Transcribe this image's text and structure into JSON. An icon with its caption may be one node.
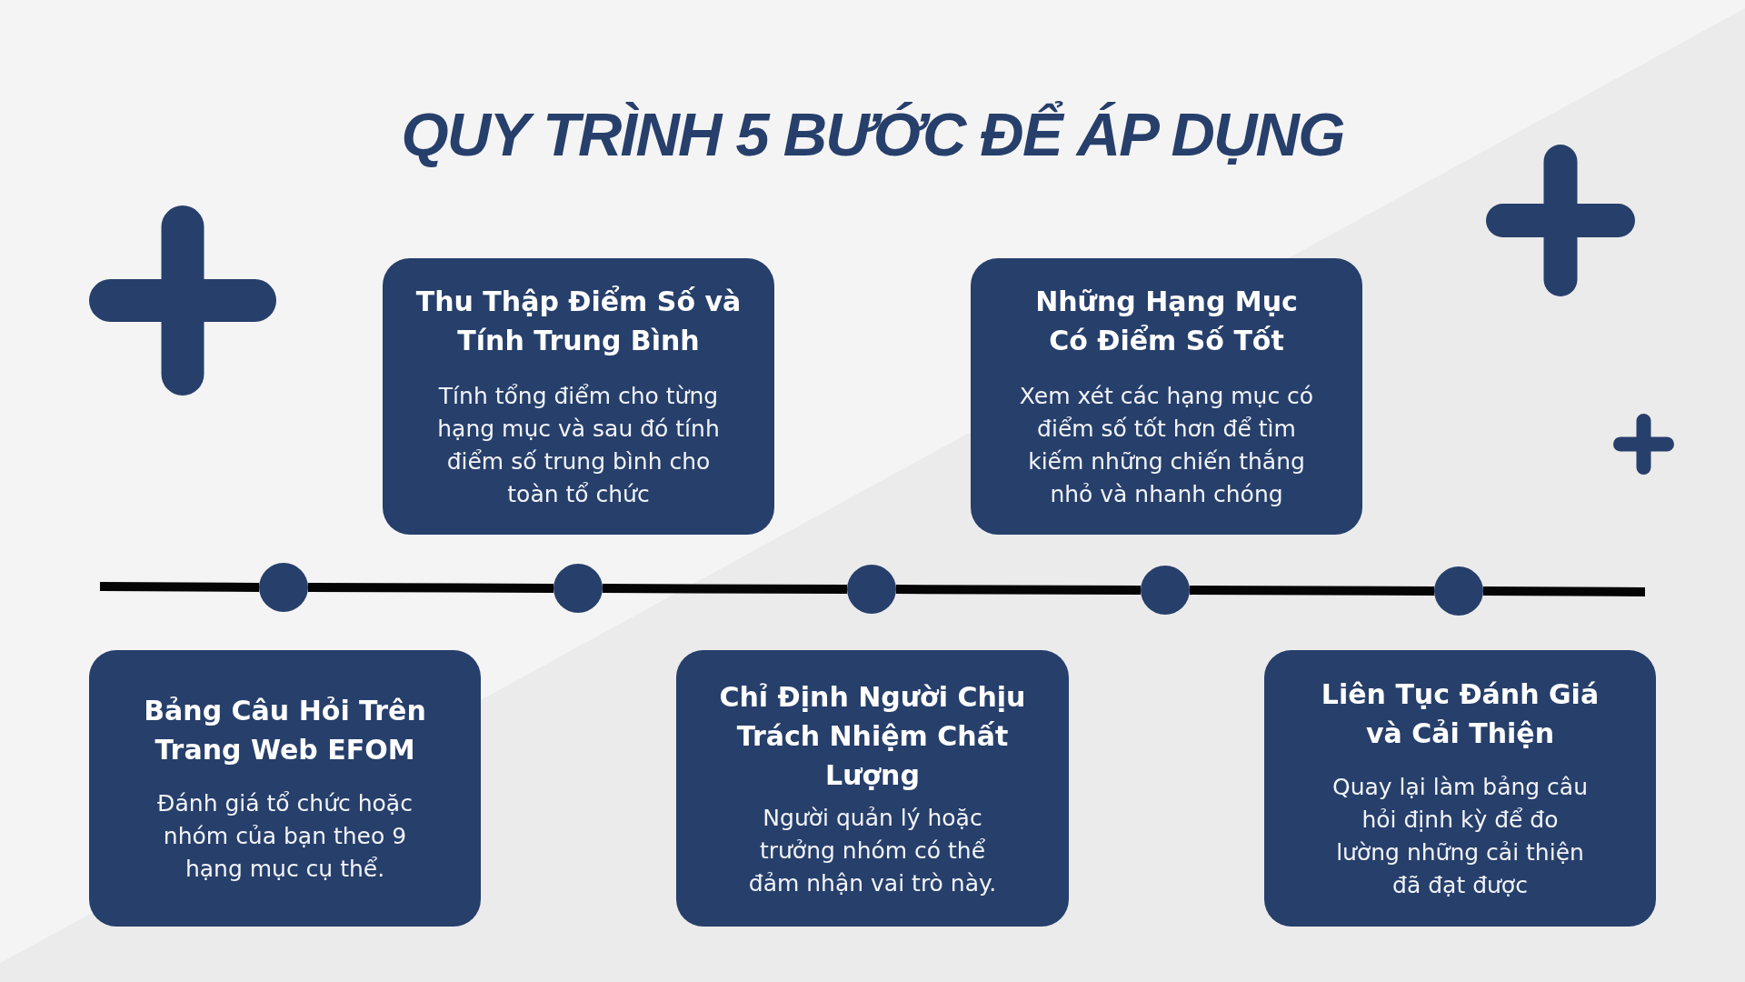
{
  "diagram": {
    "title": "QUY TRÌNH 5 BƯỚC ĐỂ ÁP DỤNG",
    "nodes": [
      {
        "text": [
          "Bảng Câu Hỏi Trên Trang Web EFOM",
          "Đánh giá tổ chức hoặc nhóm của bạn theo 9 hạng mục cụ thể."
        ]
      },
      {
        "text": [
          "Thu Thập Điểm Số và Tính Trung Bình",
          "Tính tổng điểm cho từng hạng mục và sau đó tính điểm số trung bình cho toàn tổ chức"
        ]
      },
      {
        "text": [
          "Chỉ Định Người Chịu Trách Nhiệm Chất Lượng",
          "Người quản lý hoặc trưởng nhóm có thể đảm nhận vai trò này."
        ]
      },
      {
        "text": [
          "Những Hạng Mục Có Điểm Số Tốt",
          "Xem xét các hạng mục có điểm số tốt hơn để tìm kiếm những chiến thắng nhỏ và nhanh chóng"
        ]
      },
      {
        "text": [
          "Liên Tục Đánh Giá và Cải Thiện",
          "Quay lại làm bảng câu hỏi định kỳ để đo lường những cải thiện đã đạt được"
        ]
      },
      {
        "text": [],
        "shape": "circle"
      },
      {
        "text": [],
        "shape": "circle"
      },
      {
        "text": [],
        "shape": "circle"
      },
      {
        "text": [],
        "shape": "circle"
      },
      {
        "text": [],
        "shape": "circle"
      }
    ],
    "edges": [
      {
        "from": null,
        "to": 5,
        "arrow": "none"
      },
      {
        "from": 5,
        "to": 6,
        "arrow": "none"
      },
      {
        "from": 6,
        "to": 7,
        "arrow": "none"
      },
      {
        "from": 7,
        "to": 8,
        "arrow": "none"
      },
      {
        "from": 8,
        "to": 9,
        "arrow": "none"
      },
      {
        "from": 9,
        "to": null,
        "arrow": "none"
      }
    ]
  }
}
